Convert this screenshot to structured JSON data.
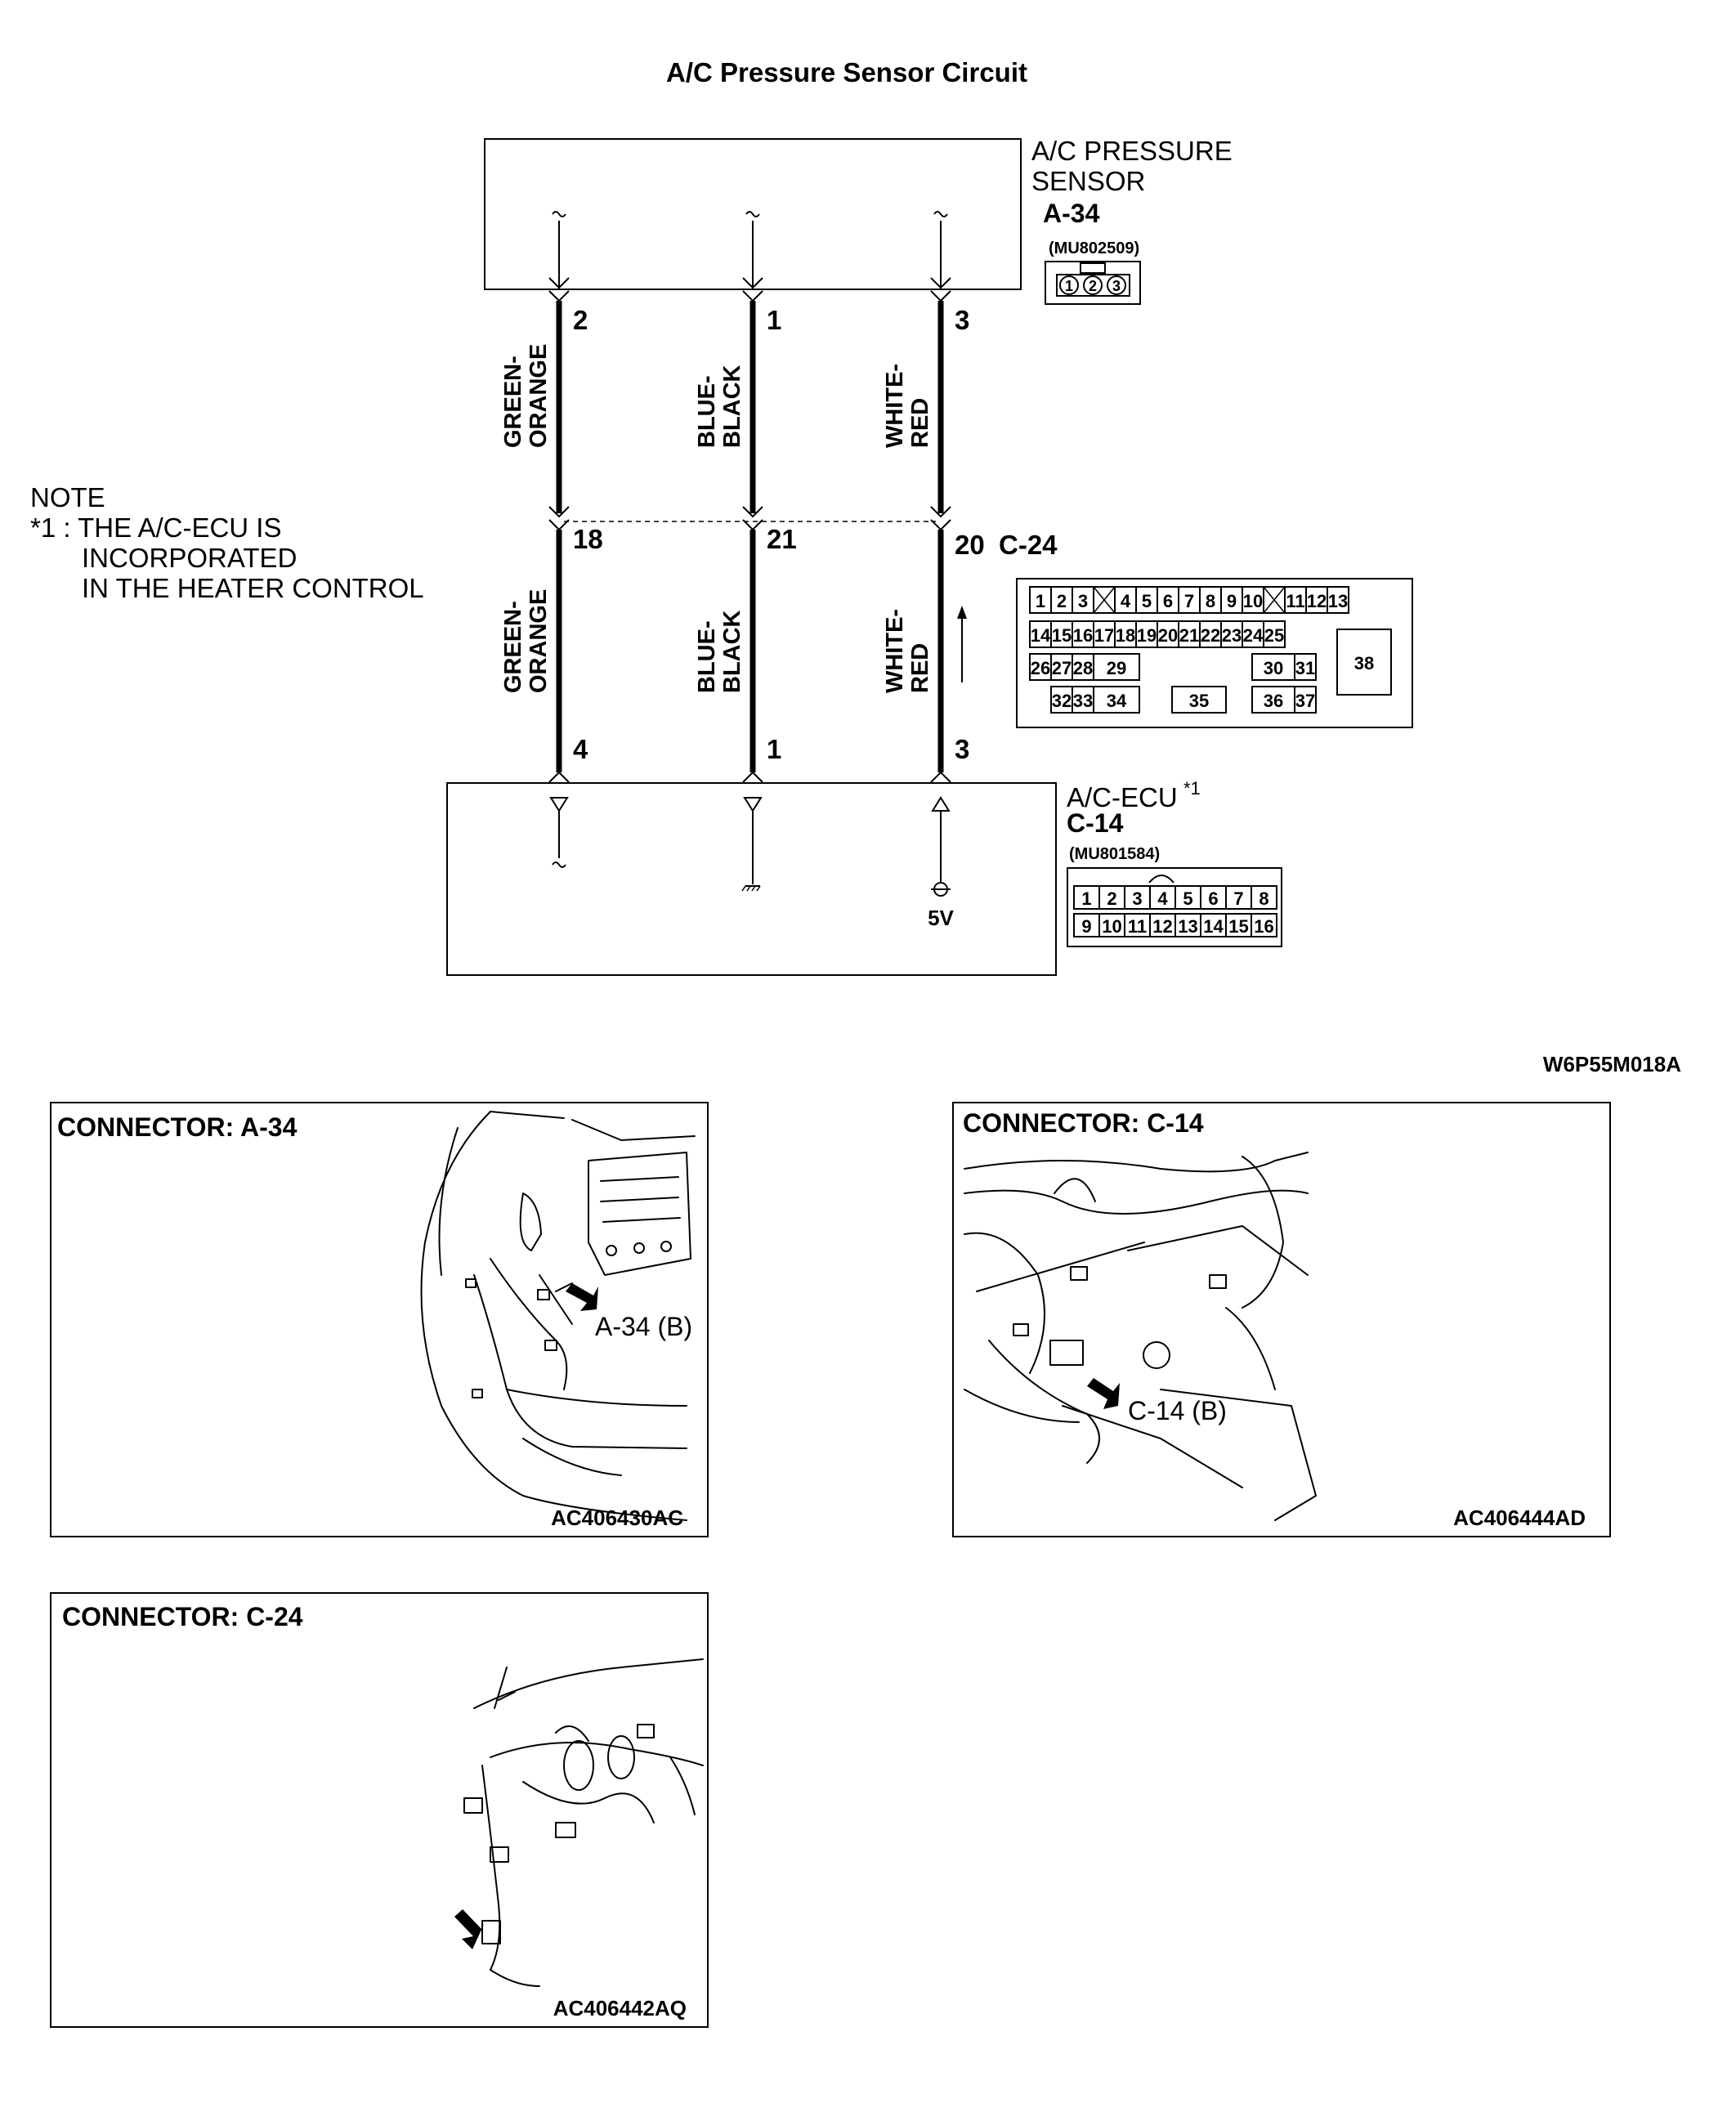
{
  "title": "A/C Pressure Sensor Circuit",
  "note": {
    "heading": "NOTE",
    "lines": [
      "*1 : THE A/C-ECU IS",
      "INCORPORATED",
      "IN THE HEATER CONTROL"
    ]
  },
  "sensor": {
    "name_line1": "A/C PRESSURE",
    "name_line2": "SENSOR",
    "connector": "A-34",
    "part_number": "(MU802509)",
    "pins": [
      "1",
      "2",
      "3"
    ]
  },
  "ecu": {
    "name": "A/C-ECU",
    "superscript": "*1",
    "connector": "C-14",
    "part_number": "(MU801584)",
    "pins_row1": [
      "1",
      "2",
      "3",
      "4",
      "5",
      "6",
      "7",
      "8"
    ],
    "pins_row2": [
      "9",
      "10",
      "11",
      "12",
      "13",
      "14",
      "15",
      "16"
    ],
    "supply_label": "5V"
  },
  "junction": {
    "connector": "C-24",
    "pins": {
      "row1": [
        "1",
        "2",
        "3",
        "4",
        "5",
        "6",
        "7",
        "8",
        "9",
        "10",
        "11",
        "12",
        "13"
      ],
      "row2": [
        "14",
        "15",
        "16",
        "17",
        "18",
        "19",
        "20",
        "21",
        "22",
        "23",
        "24",
        "25"
      ],
      "row3": [
        "26",
        "27",
        "28",
        "29",
        "30",
        "31",
        "38"
      ],
      "row4": [
        "32",
        "33",
        "34",
        "35",
        "36",
        "37"
      ]
    }
  },
  "wires": [
    {
      "color_line1": "GREEN-",
      "color_line2": "ORANGE",
      "sensor_pin": "2",
      "junction_pin": "18",
      "ecu_pin": "4"
    },
    {
      "color_line1": "BLUE-",
      "color_line2": "BLACK",
      "sensor_pin": "1",
      "junction_pin": "21",
      "ecu_pin": "1"
    },
    {
      "color_line1": "WHITE-",
      "color_line2": "RED",
      "sensor_pin": "3",
      "junction_pin": "20",
      "ecu_pin": "3"
    }
  ],
  "figure_code": "W6P55M018A",
  "panels": [
    {
      "heading": "CONNECTOR: A-34",
      "callout": "A-34 (B)",
      "code": "AC406430AC"
    },
    {
      "heading": "CONNECTOR: C-14",
      "callout": "C-14 (B)",
      "code": "AC406444AD"
    },
    {
      "heading": "CONNECTOR: C-24",
      "callout": "",
      "code": "AC406442AQ"
    }
  ]
}
